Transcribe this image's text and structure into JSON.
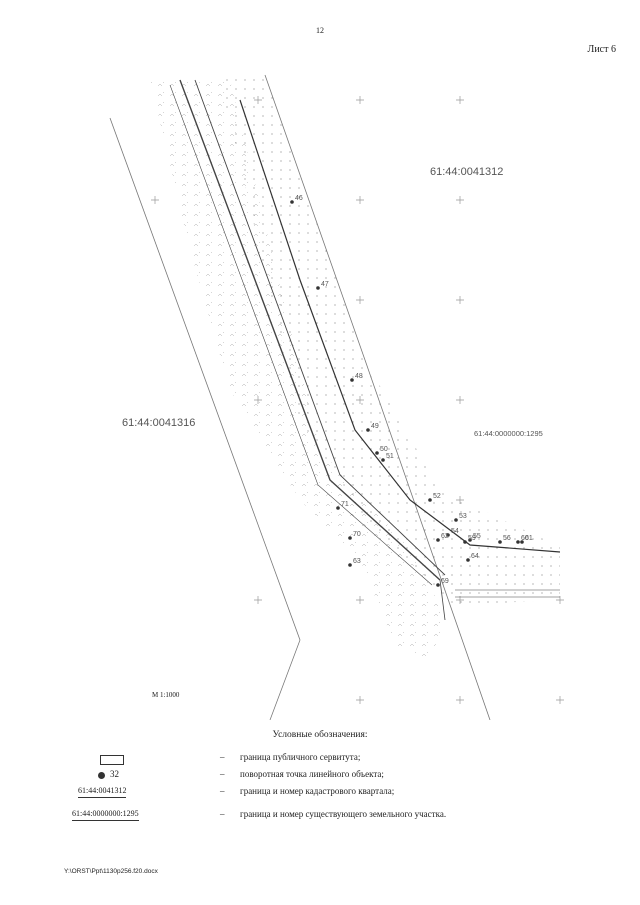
{
  "page_number": "12",
  "sheet_label": "Лист 6",
  "map": {
    "quarter_labels": [
      "61:44:0041312",
      "61:44:0041316"
    ],
    "parcel_label": "61:44:0000000:1295",
    "point_labels": [
      "46",
      "47",
      "48",
      "49",
      "50",
      "51",
      "52",
      "53",
      "54",
      "55",
      "56",
      "59",
      "60",
      "61",
      "62",
      "63",
      "64",
      "69",
      "70",
      "71"
    ],
    "scale": "М 1:1000"
  },
  "legend": {
    "title": "Условные обозначения:",
    "items": [
      {
        "symbol_text": "",
        "dash": "–",
        "text": "граница публичного сервитута;"
      },
      {
        "symbol_text": "32",
        "dash": "–",
        "text": "поворотная точка линейного объекта;"
      },
      {
        "symbol_text": "61:44:0041312",
        "dash": "–",
        "text": "граница и номер кадастрового квартала;"
      },
      {
        "symbol_text": "61:44:0000000:1295",
        "dash": "–",
        "text": "граница и номер существующего земельного участка."
      }
    ]
  },
  "footer": "Y:\\ORST\\Ppt\\1130p256.f20.docx"
}
